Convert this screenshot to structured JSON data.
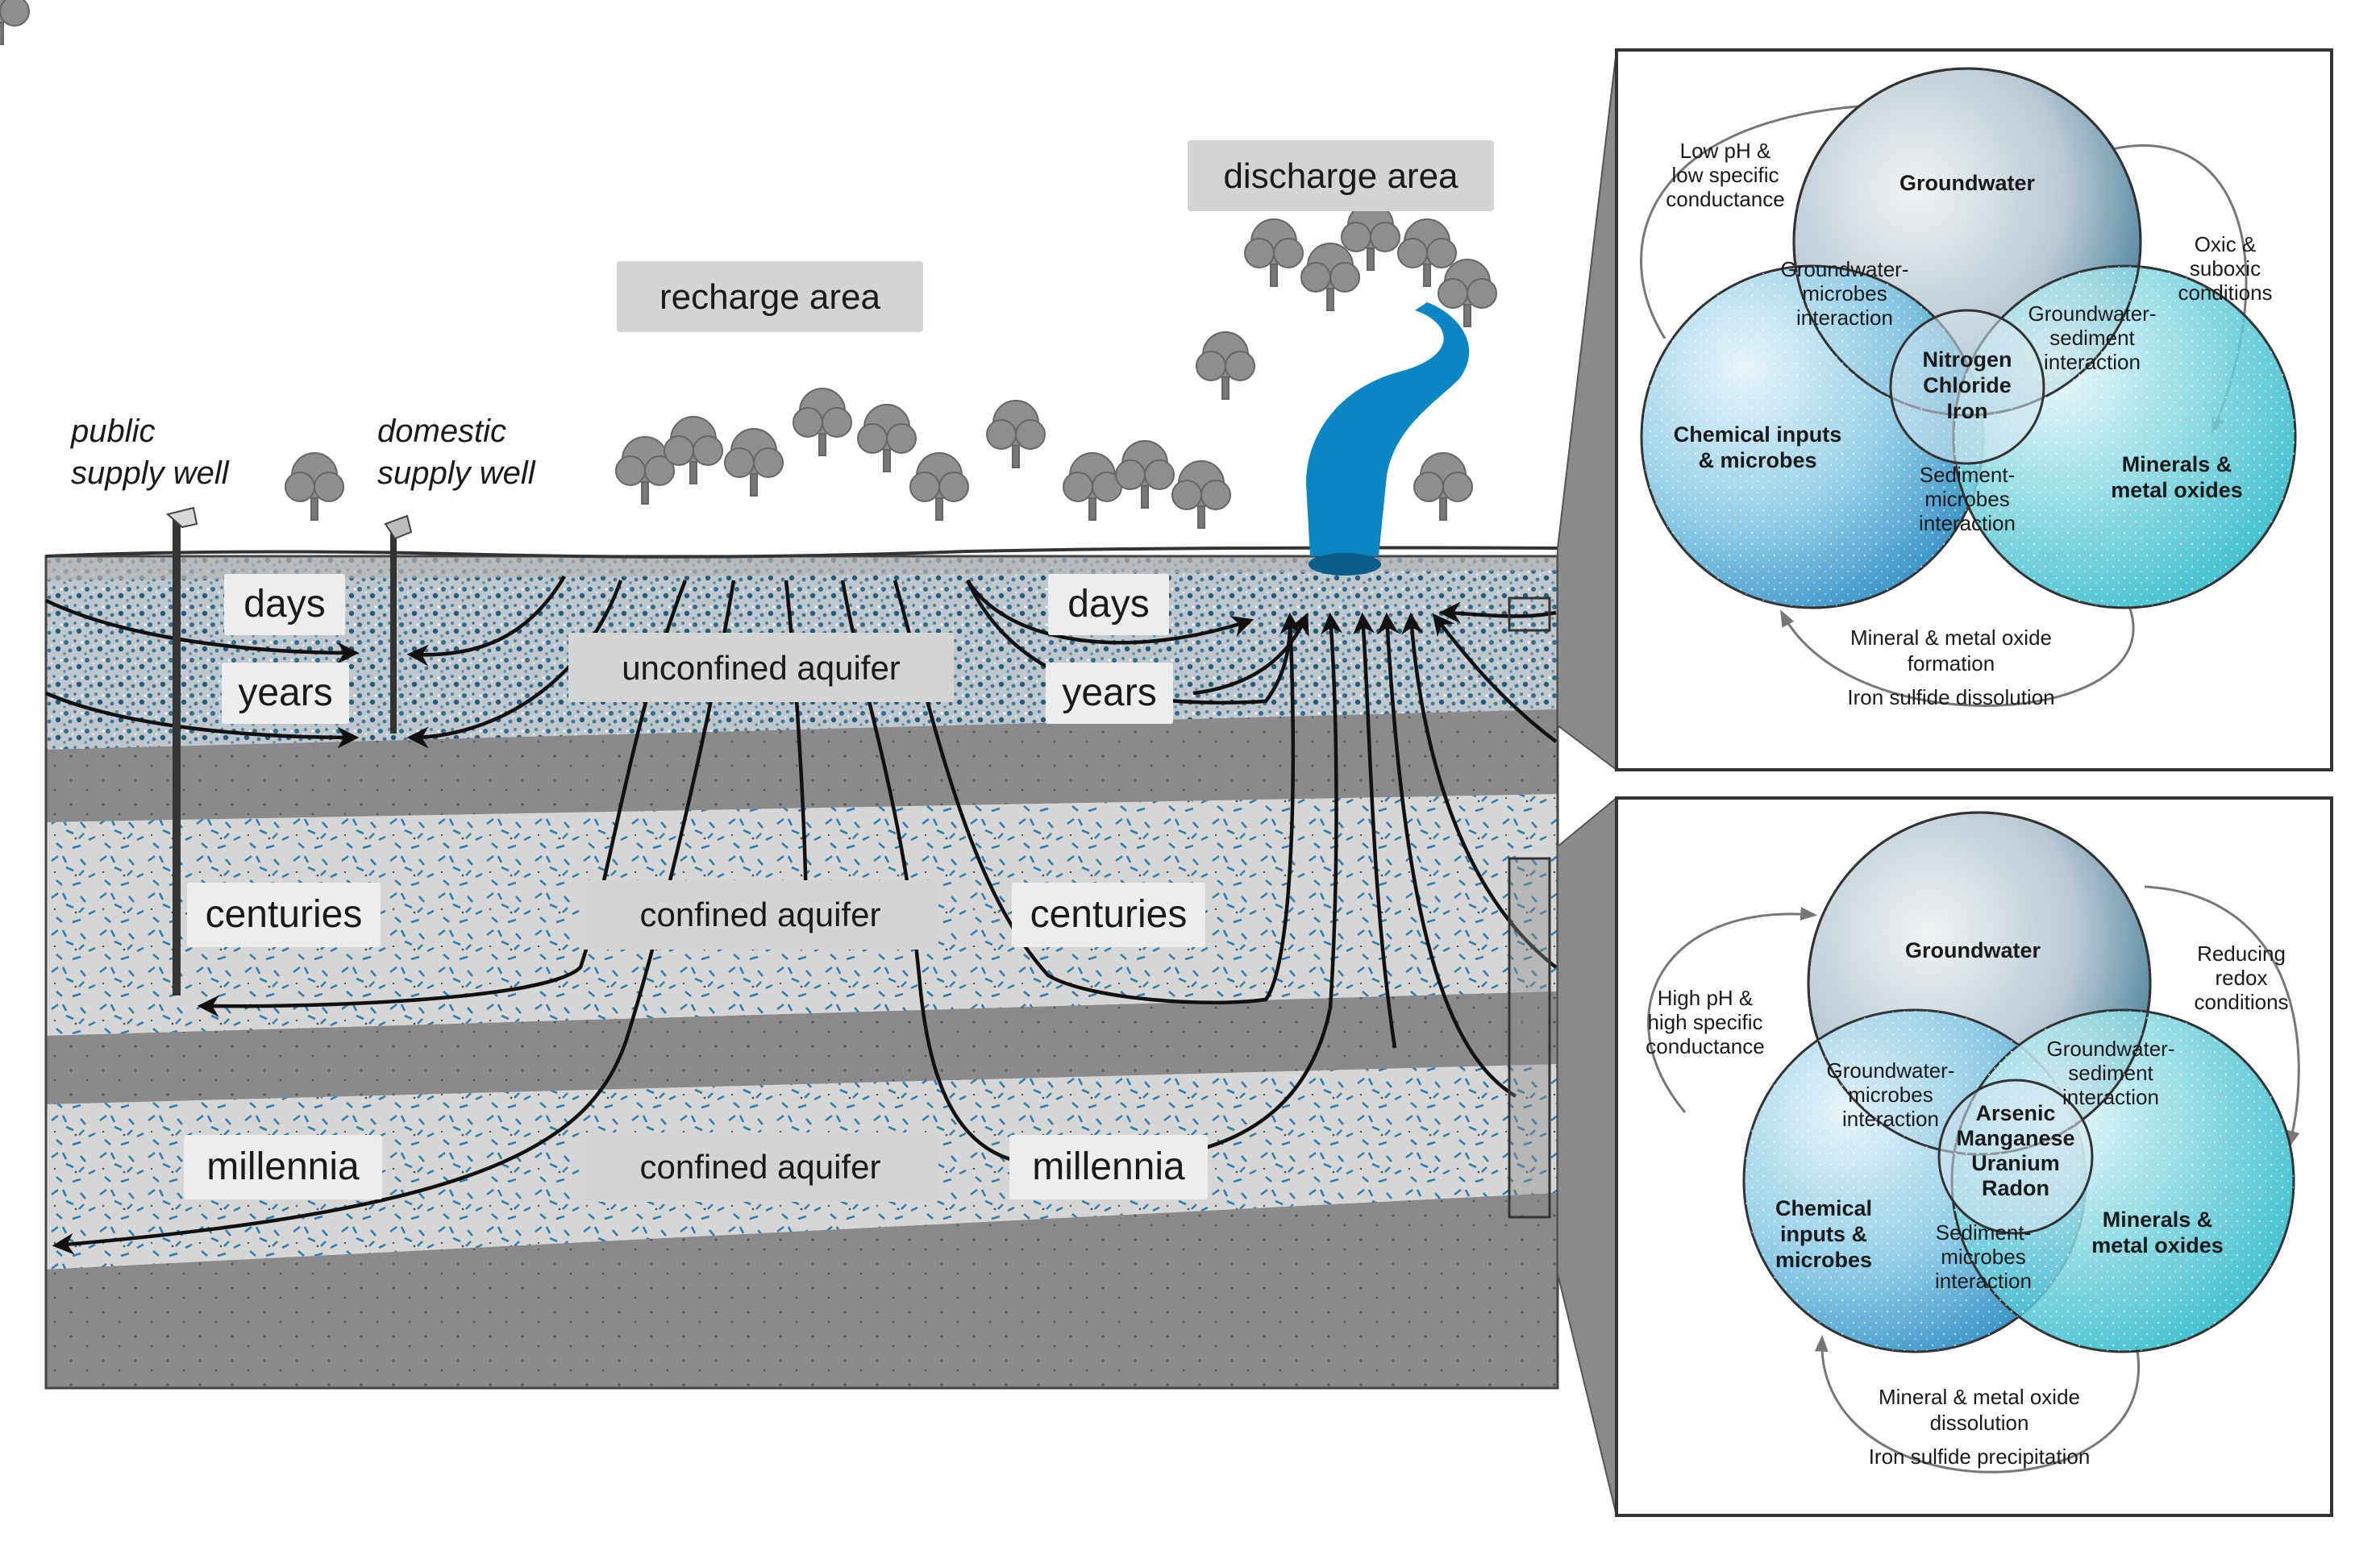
{
  "labels": {
    "public_well": [
      "public",
      "supply well"
    ],
    "domestic_well": [
      "domestic",
      "supply well"
    ],
    "recharge": "recharge area",
    "discharge": "discharge area",
    "days_left": "days",
    "years_left": "years",
    "days_right": "days",
    "years_right": "years",
    "unconfined": "unconfined aquifer",
    "centuries_left": "centuries",
    "centuries_right": "centuries",
    "confined1": "confined aquifer",
    "millennia_left": "millennia",
    "millennia_right": "millennia",
    "confined2": "confined aquifer"
  },
  "panel_top": {
    "groundwater": "Groundwater",
    "chem_inputs": [
      "Chemical inputs",
      "& microbes"
    ],
    "minerals": [
      "Minerals &",
      "metal oxides"
    ],
    "gw_microbes": [
      "Groundwater-",
      "microbes",
      "interaction"
    ],
    "gw_sediment": [
      "Groundwater-",
      "sediment",
      "interaction"
    ],
    "sed_microbes": [
      "Sediment-",
      "microbes",
      "interaction"
    ],
    "center": [
      "Nitrogen",
      "Chloride",
      "Iron"
    ],
    "left_note": [
      "Low pH &",
      "low specific",
      "conductance"
    ],
    "right_note": [
      "Oxic &",
      "suboxic",
      "conditions"
    ],
    "bottom_note": [
      "Mineral & metal oxide",
      "formation",
      "Iron sulfide dissolution"
    ]
  },
  "panel_bottom": {
    "groundwater": "Groundwater",
    "chem_inputs": [
      "Chemical",
      "inputs &",
      "microbes"
    ],
    "minerals": [
      "Minerals &",
      "metal oxides"
    ],
    "gw_microbes": [
      "Groundwater-",
      "microbes",
      "interaction"
    ],
    "gw_sediment": [
      "Groundwater-",
      "sediment",
      "interaction"
    ],
    "sed_microbes": [
      "Sediment-",
      "microbes",
      "interaction"
    ],
    "center": [
      "Arsenic",
      "Manganese",
      "Uranium",
      "Radon"
    ],
    "left_note": [
      "High pH &",
      "high specific",
      "conductance"
    ],
    "right_note": [
      "Reducing",
      "redox",
      "conditions"
    ],
    "bottom_note": [
      "Mineral & metal oxide",
      "dissolution",
      "Iron sulfide precipitation"
    ]
  },
  "colors": {
    "water": "#0a86c4",
    "layer_gray": "#8a8a8c",
    "dark_layer": "#6f6f71",
    "light_layer": "#cfcfcf",
    "speckle": "#1d6f99",
    "arrow": "#111111"
  }
}
